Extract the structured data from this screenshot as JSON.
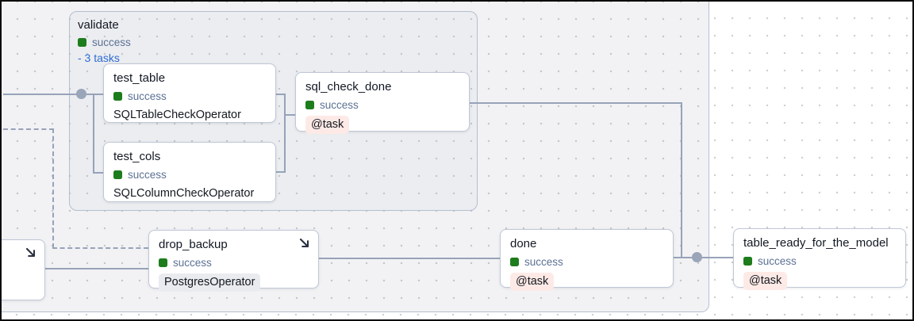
{
  "app": "airflow-dag-graph",
  "group": {
    "title": "validate",
    "status_label": "success",
    "tasks_toggle_label": "- 3 tasks"
  },
  "nodes": {
    "test_table": {
      "title": "test_table",
      "status_label": "success",
      "operator_label": "SQLTableCheckOperator"
    },
    "test_cols": {
      "title": "test_cols",
      "status_label": "success",
      "operator_label": "SQLColumnCheckOperator"
    },
    "sql_check_done": {
      "title": "sql_check_done",
      "status_label": "success",
      "operator_label": "@task"
    },
    "drop_backup": {
      "title": "drop_backup",
      "status_label": "success",
      "operator_label": "PostgresOperator"
    },
    "done": {
      "title": "done",
      "status_label": "success",
      "operator_label": "@task"
    },
    "table_ready_for_the_model": {
      "title": "table_ready_for_the_model",
      "status_label": "success",
      "operator_label": "@task"
    }
  },
  "colors": {
    "success_green": "#1d7d1d",
    "status_text": "#5c7195",
    "link_blue": "#2e6bd3",
    "edge": "#97a3b9",
    "task_badge_bg": "#fdeae6",
    "operator_badge_bg": "#e9ebee",
    "group_fill": "#ebedf0",
    "cluster_fill": "#f2f2f4"
  },
  "icons": {
    "expand_arrow": "arrow-down-right"
  }
}
